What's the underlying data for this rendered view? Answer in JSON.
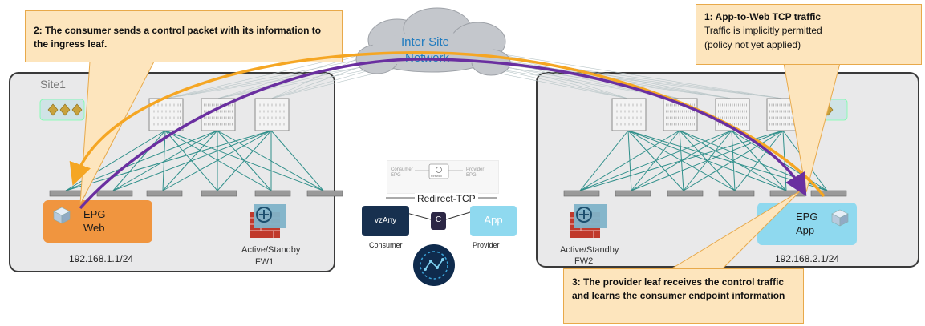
{
  "cloud": {
    "line1": "Inter Site",
    "line2": "Network"
  },
  "site1": {
    "name": "Site1",
    "epg_line1": "EPG",
    "epg_line2": "Web",
    "subnet": "192.168.1.1/24",
    "fw_mode": "Active/Standby",
    "fw_name": "FW1",
    "vm_label": "VM"
  },
  "site2": {
    "epg_line1": "EPG",
    "epg_line2": "App",
    "subnet": "192.168.2.1/24",
    "fw_mode": "Active/Standby",
    "fw_name": "FW2",
    "vm_label": "VM"
  },
  "callouts": {
    "c1_title": "1: App-to-Web TCP traffic",
    "c1_line2": "Traffic is implicitly permitted",
    "c1_line3": "(policy not yet applied)",
    "c2": "2: The consumer sends a control packet with its information to the ingress leaf.",
    "c3": "3: The provider leaf receives the control traffic and learns the consumer endpoint information"
  },
  "contract": {
    "graph_consumer": "Consumer EPG",
    "graph_provider": "Provider EPG",
    "graph_node": "Firewall",
    "name": "Redirect-TCP",
    "consumer_box": "vzAny",
    "consumer_label": "Consumer",
    "contract_letter": "C",
    "provider_box": "App",
    "provider_label": "Provider"
  },
  "colors": {
    "orange_path": "#f5a623",
    "purple_path": "#6a2fa0",
    "fabric_link": "#2f8f8a",
    "epg_web": "#f0953f",
    "epg_app": "#8fd9ef",
    "callout_fill": "#fde5bd"
  }
}
